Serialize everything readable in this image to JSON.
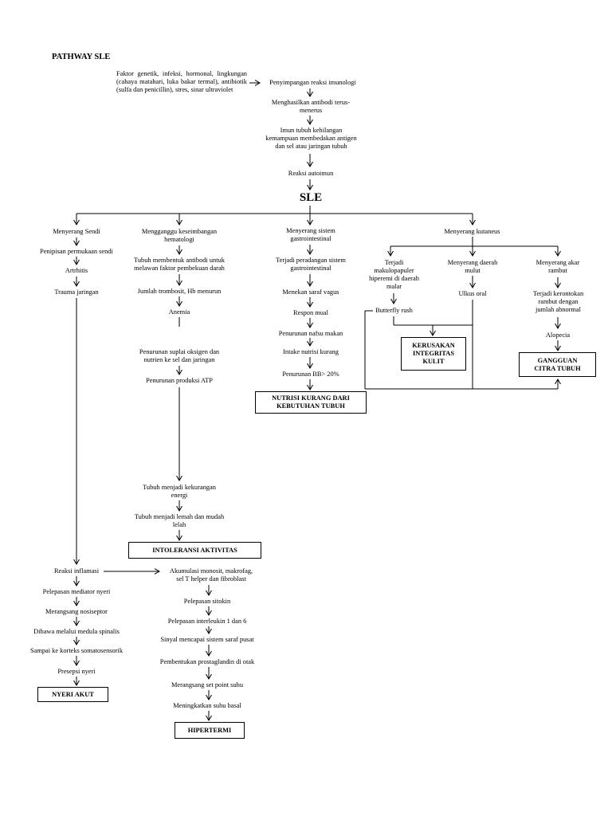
{
  "title": "PATHWAY SLE",
  "intro": "Faktor genetik, infeksi, hormonal, lingkungan (cahaya matahari, luka bakar termal), antibiotik (sulfa dan penicillin), stres, sinar ultraviolet",
  "center": {
    "n1": "Penyimpangan reaksi imunologi",
    "n2": "Menghasilkan antibodi terus-\nmenerus",
    "n3": "Imun tubuh kehilangan\nkemampuan membedakan antigen\ndan sel atau jaringan tubuh",
    "n4": "Reaksi autoimun",
    "sle": "SLE"
  },
  "col1": {
    "a1": "Menyerang Sendi",
    "a2": "Penipisan permukaan sendi",
    "a3": "Artrhitis",
    "a4": "Trauma jaringan"
  },
  "col2": {
    "b1": "Mengganggu keseimbangan\nhematologi",
    "b2": "Tubuh membentuk antibodi untuk\nmelawan faktor pembekuan darah",
    "b3": "Jumlah trombosit, Hb menurun",
    "b4": "Anemia",
    "b5": "Penurunan suplai oksigen dan\nnutrien ke sel dan jaringan",
    "b6": "Penurunan produksi ATP",
    "b7": "Tubuh menjadi kekurangan\nenergi",
    "b8": "Tubuh menjadi lemah dan mudah\nlelah",
    "dx": "INTOLERANSI AKTIVITAS"
  },
  "col3": {
    "c1": "Menyerang sistem\ngastrointestinal",
    "c2": "Terjadi peradangan sistem\ngastrointestinal",
    "c3": "Menekan saraf vagus",
    "c4": "Respon mual",
    "c5": "Penurunan nafsu makan",
    "c6": "Intake nutrisi kurang",
    "c7": "Penurunan BB> 20%",
    "dx": "NUTRISI KURANG DARI\nKEBUTUHAN TUBUH"
  },
  "col4": {
    "d0": "Menyerang kutaneus",
    "d1": "Terjadi\nmakulopapuler\nhiperemi di daerah\nmalar",
    "d2": "Butterfly rush",
    "d3": "Menyerang daerah\nmulut",
    "d4": "Ulkus oral",
    "d5": "Menyerang akar\nrambut",
    "d6": "Terjadi kerontokan\nrambut dengan\njumlah abnormal",
    "d7": "Alopecia",
    "dx1": "KERUSAKAN\nINTEGRITAS\nKULIT",
    "dx2": "GANGGUAN\nCITRA TUBUH"
  },
  "bottom_left": {
    "e1": "Reaksi inflamasi",
    "e2": "Pelepasan mediator nyeri",
    "e3": "Merangsang nosiseptor",
    "e4": "Dibawa melalui medula spinalis",
    "e5": "Sampai ke korteks somatosensorik",
    "e6": "Presepsi nyeri",
    "dx": "NYERI AKUT"
  },
  "bottom_right": {
    "f1": "Akumulasi monosit, makrofag,\nsel T helper dan fibroblast",
    "f2": "Pelepasan sitokin",
    "f3": "Pelepasan interleukin 1 dan 6",
    "f4": "Sinyal mencapai sistem saraf pusat",
    "f5": "Pembentukan prostaglandin di otak",
    "f6": "Merangsang set point suhu",
    "f7": "Meningkatkan suhu basal",
    "dx": "HIPERTERMI"
  }
}
